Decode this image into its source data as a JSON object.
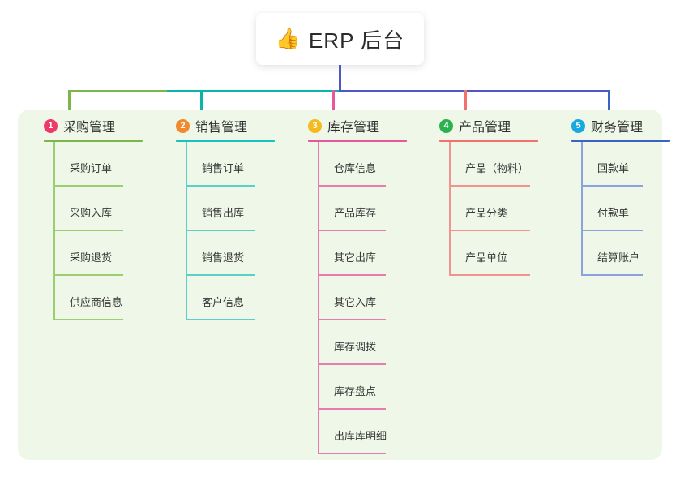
{
  "root": {
    "icon": "thumbs-up-icon",
    "icon_glyph": "👍",
    "title": "ERP 后台"
  },
  "panel": {
    "background": "#eef7e8"
  },
  "connector_colors": {
    "stem": "#4f57c4",
    "bar_left_green": "#7ab648",
    "bar_mid_teal": "#0bb5a6",
    "bar_right_indigo": "#4f57c4",
    "drop_1": "#7ab648",
    "drop_2": "#0bb5a6",
    "drop_3": "#e8579c",
    "drop_4": "#f4706a",
    "drop_5": "#3b63c4"
  },
  "columns": [
    {
      "number": "1",
      "title": "采购管理",
      "badge_color": "#f0396b",
      "rule_color": "#7ab648",
      "line_color": "#9dcd72",
      "items": [
        {
          "label": "采购订单"
        },
        {
          "label": "采购入库"
        },
        {
          "label": "采购退货"
        },
        {
          "label": "供应商信息"
        }
      ]
    },
    {
      "number": "2",
      "title": "销售管理",
      "badge_color": "#f08a2c",
      "rule_color": "#17c4bd",
      "line_color": "#5ccfc8",
      "items": [
        {
          "label": "销售订单"
        },
        {
          "label": "销售出库"
        },
        {
          "label": "销售退货"
        },
        {
          "label": "客户信息"
        }
      ]
    },
    {
      "number": "3",
      "title": "库存管理",
      "badge_color": "#f5bb1d",
      "rule_color": "#e8579c",
      "line_color": "#e87bb0",
      "items": [
        {
          "label": "仓库信息"
        },
        {
          "label": "产品库存"
        },
        {
          "label": "其它出库"
        },
        {
          "label": "其它入库"
        },
        {
          "label": "库存调拨"
        },
        {
          "label": "库存盘点"
        },
        {
          "label": "出库库明细"
        }
      ]
    },
    {
      "number": "4",
      "title": "产品管理",
      "badge_color": "#2bb14e",
      "rule_color": "#f4706a",
      "line_color": "#f2938e",
      "items": [
        {
          "label": "产品（物料）"
        },
        {
          "label": "产品分类"
        },
        {
          "label": "产品单位"
        }
      ]
    },
    {
      "number": "5",
      "title": "财务管理",
      "badge_color": "#17a9e0",
      "rule_color": "#3b63c4",
      "line_color": "#8ba3dd",
      "items": [
        {
          "label": "回款单"
        },
        {
          "label": "付款单"
        },
        {
          "label": "结算账户"
        }
      ]
    }
  ]
}
